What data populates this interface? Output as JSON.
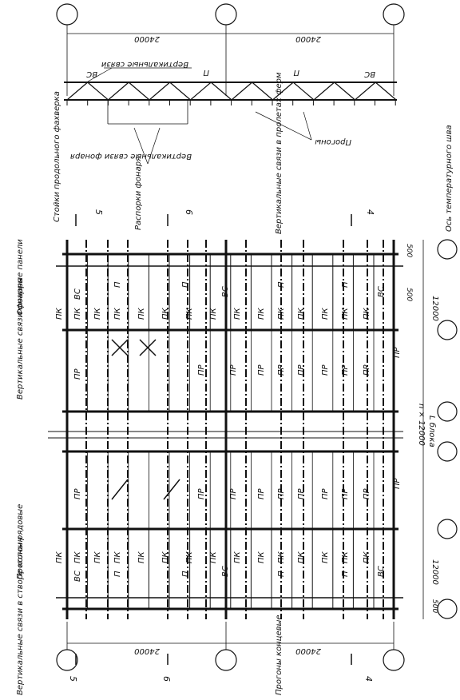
{
  "colors": {
    "ink": "#111111",
    "paper": "#ffffff"
  },
  "dimensions": {
    "top_left_span": "24000",
    "top_right_span": "24000",
    "bottom_left_span": "24000",
    "bottom_right_span": "24000",
    "step_right": "12000",
    "step_left": "12000",
    "offset_500_right_a": "500",
    "offset_500_right_b": "500",
    "offset_500_left": "500",
    "block_n": "n × 12000",
    "block_l": "L блока"
  },
  "section_marks": {
    "top": [
      "5",
      "6",
      "4"
    ],
    "bottom": [
      "5",
      "6",
      "4"
    ]
  },
  "top_elevation": {
    "label_vs_left": "ВС",
    "label_vs_right": "ВС",
    "label_p_left": "П",
    "label_p_right": "П",
    "vertical_ties": "Вертикальные связи",
    "lantern_ties": "Вертикальные связи фонаря",
    "purlins": "Прогоны"
  },
  "labels": {
    "expansion_axis": "Ось температурного шва",
    "vertical_ties_truss": "Вертикальные связи в пролетах ферм",
    "lantern_struts": "Распорки фонаря",
    "longitudinal_posts": "Стойки продольного фахверка",
    "lantern_panels": "Фонарные панели",
    "lantern_ties": "Вертикальные связи фонаря",
    "row_purlins": "Прогоны рядовые",
    "column_ties": "Вертикальные связи в створе колонн",
    "end_purlins": "Прогоны концевые"
  },
  "panel_codes": {
    "pk": "ПК",
    "pr": "ПР",
    "p": "П",
    "vs": "ВС"
  }
}
